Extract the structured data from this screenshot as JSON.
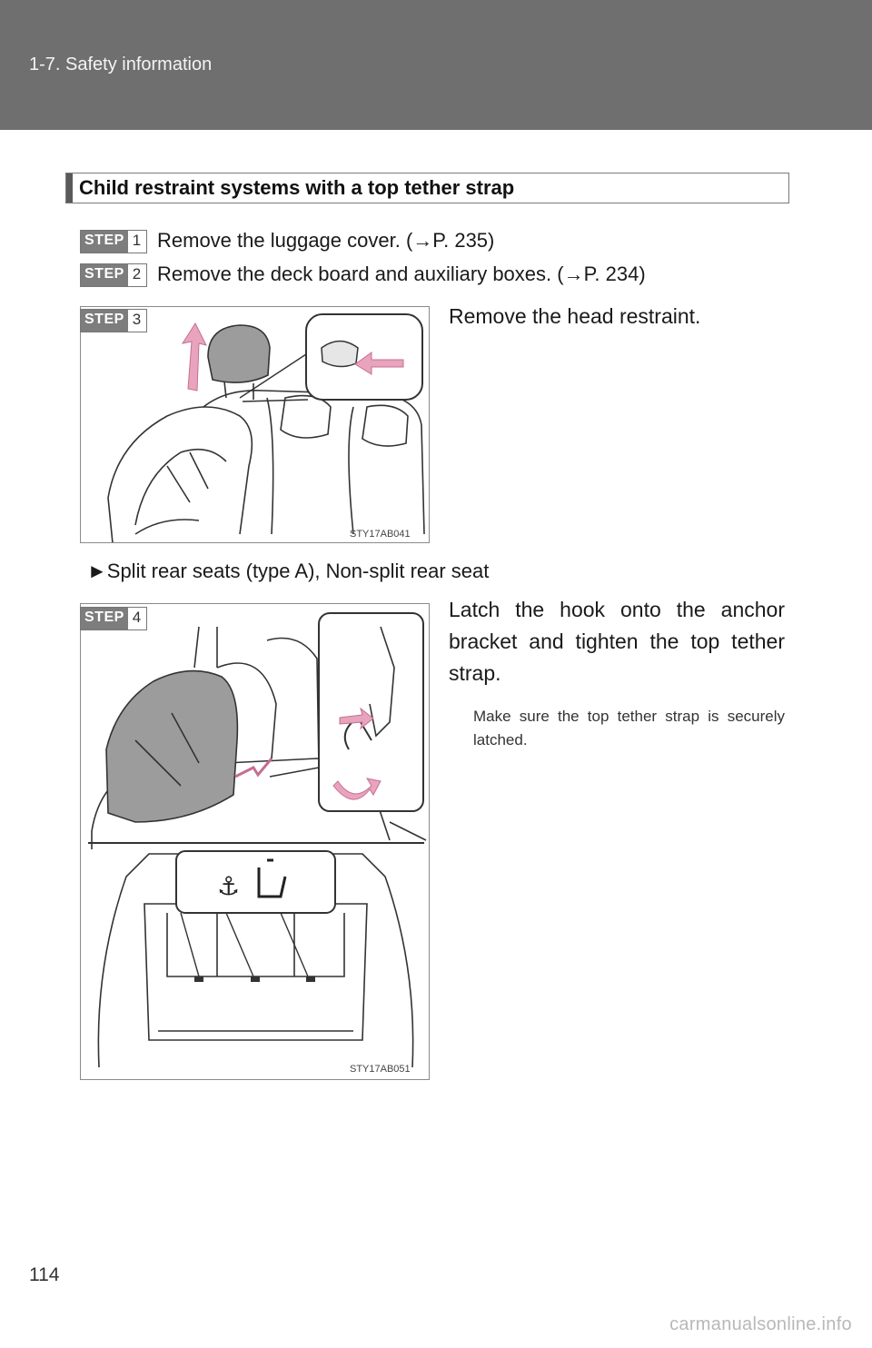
{
  "header": {
    "section": "1-7. Safety information"
  },
  "heading": "Child restraint systems with a top tether strap",
  "step_word": "STEP",
  "steps": [
    {
      "number": "1",
      "text": "Remove the luggage cover. (→P. 235)"
    },
    {
      "number": "2",
      "text": "Remove the deck board and auxiliary boxes. (→P. 234)"
    },
    {
      "number": "3",
      "text": "Remove the head restraint."
    },
    {
      "number": "4",
      "text": "Latch the hook onto the anchor bracket and tighten the top tether strap."
    }
  ],
  "bullet": "►Split rear seats (type A), Non-split rear seat",
  "note": "Make sure the top tether strap is securely latched.",
  "figures": {
    "fig1_code": "STY17AB041",
    "fig2_code": "STY17AB051"
  },
  "page_number": "114",
  "watermark": "carmanualsonline.info",
  "colors": {
    "header_band": "#6f6f6f",
    "arrow_pink": "#e9a3bd",
    "seat_gray": "#9c9c9c"
  }
}
